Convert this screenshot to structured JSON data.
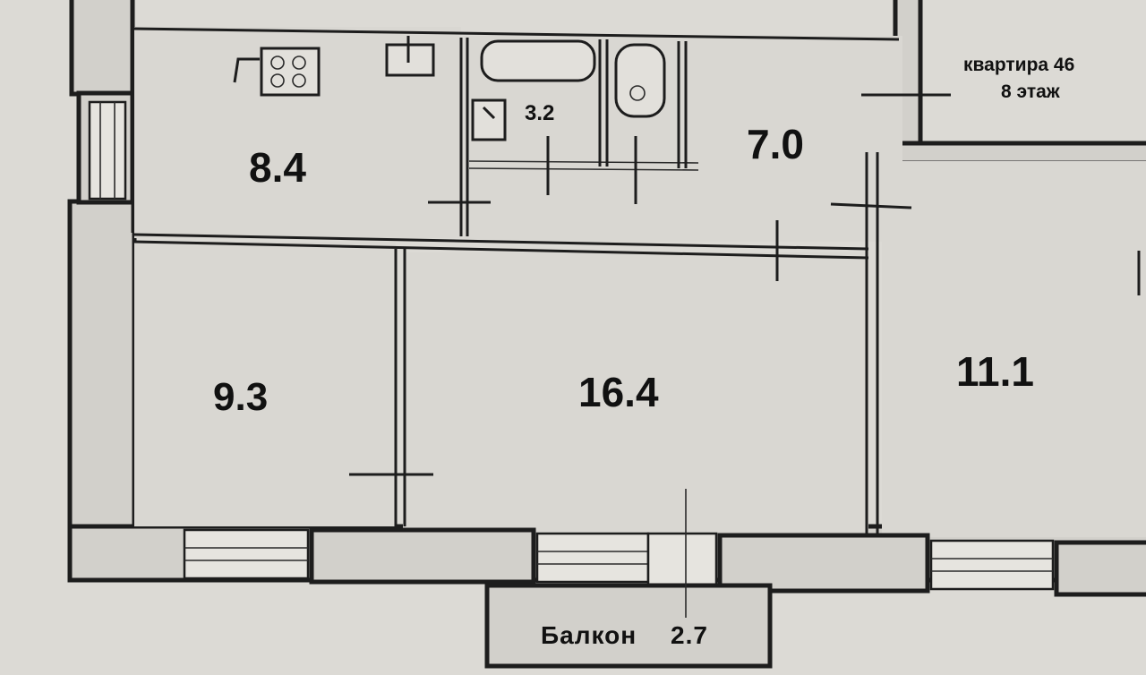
{
  "apartment": {
    "title": "квартира 46",
    "floor": "8 этаж"
  },
  "rooms": {
    "kitchen": "8.4",
    "bathroom": "3.2",
    "hallway": "7.0",
    "bedroom_left": "9.3",
    "living_room": "16.4",
    "bedroom_right": "11.1"
  },
  "balcony": {
    "label": "Балкон",
    "area": "2.7"
  }
}
